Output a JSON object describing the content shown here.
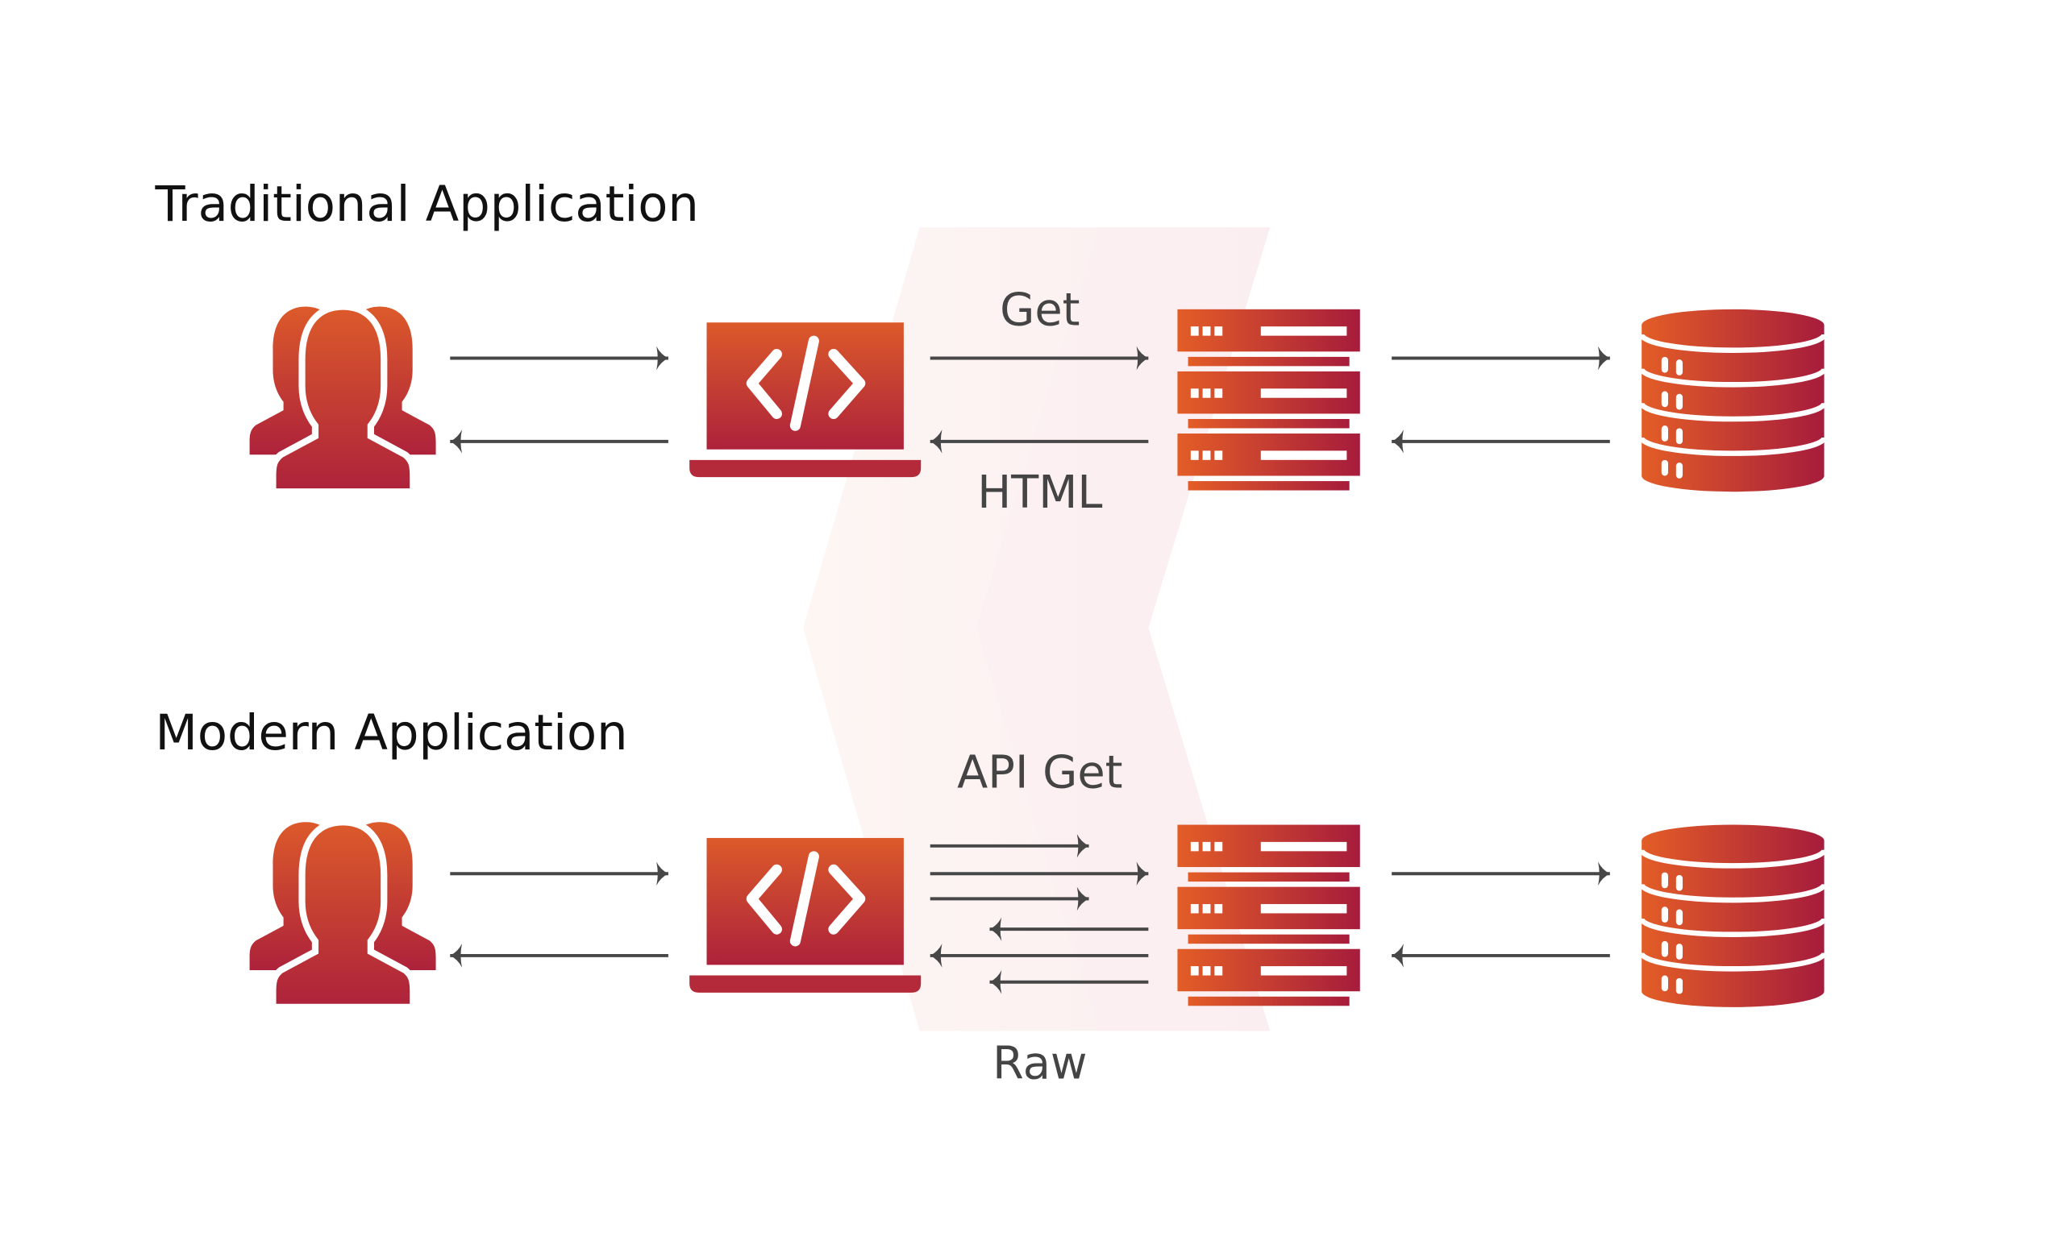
{
  "traditional": {
    "title": "Traditional Application",
    "request_label": "Get",
    "response_label": "HTML"
  },
  "modern": {
    "title": "Modern Application",
    "request_label": "API Get",
    "response_label": "Raw"
  },
  "icons": [
    "users-icon",
    "laptop-code-icon",
    "server-icon",
    "database-icon"
  ],
  "colors": {
    "gradient_start": "#e35d27",
    "gradient_end": "#a61c3c",
    "arrow": "#474747",
    "background_band": "#fcf1f1"
  }
}
